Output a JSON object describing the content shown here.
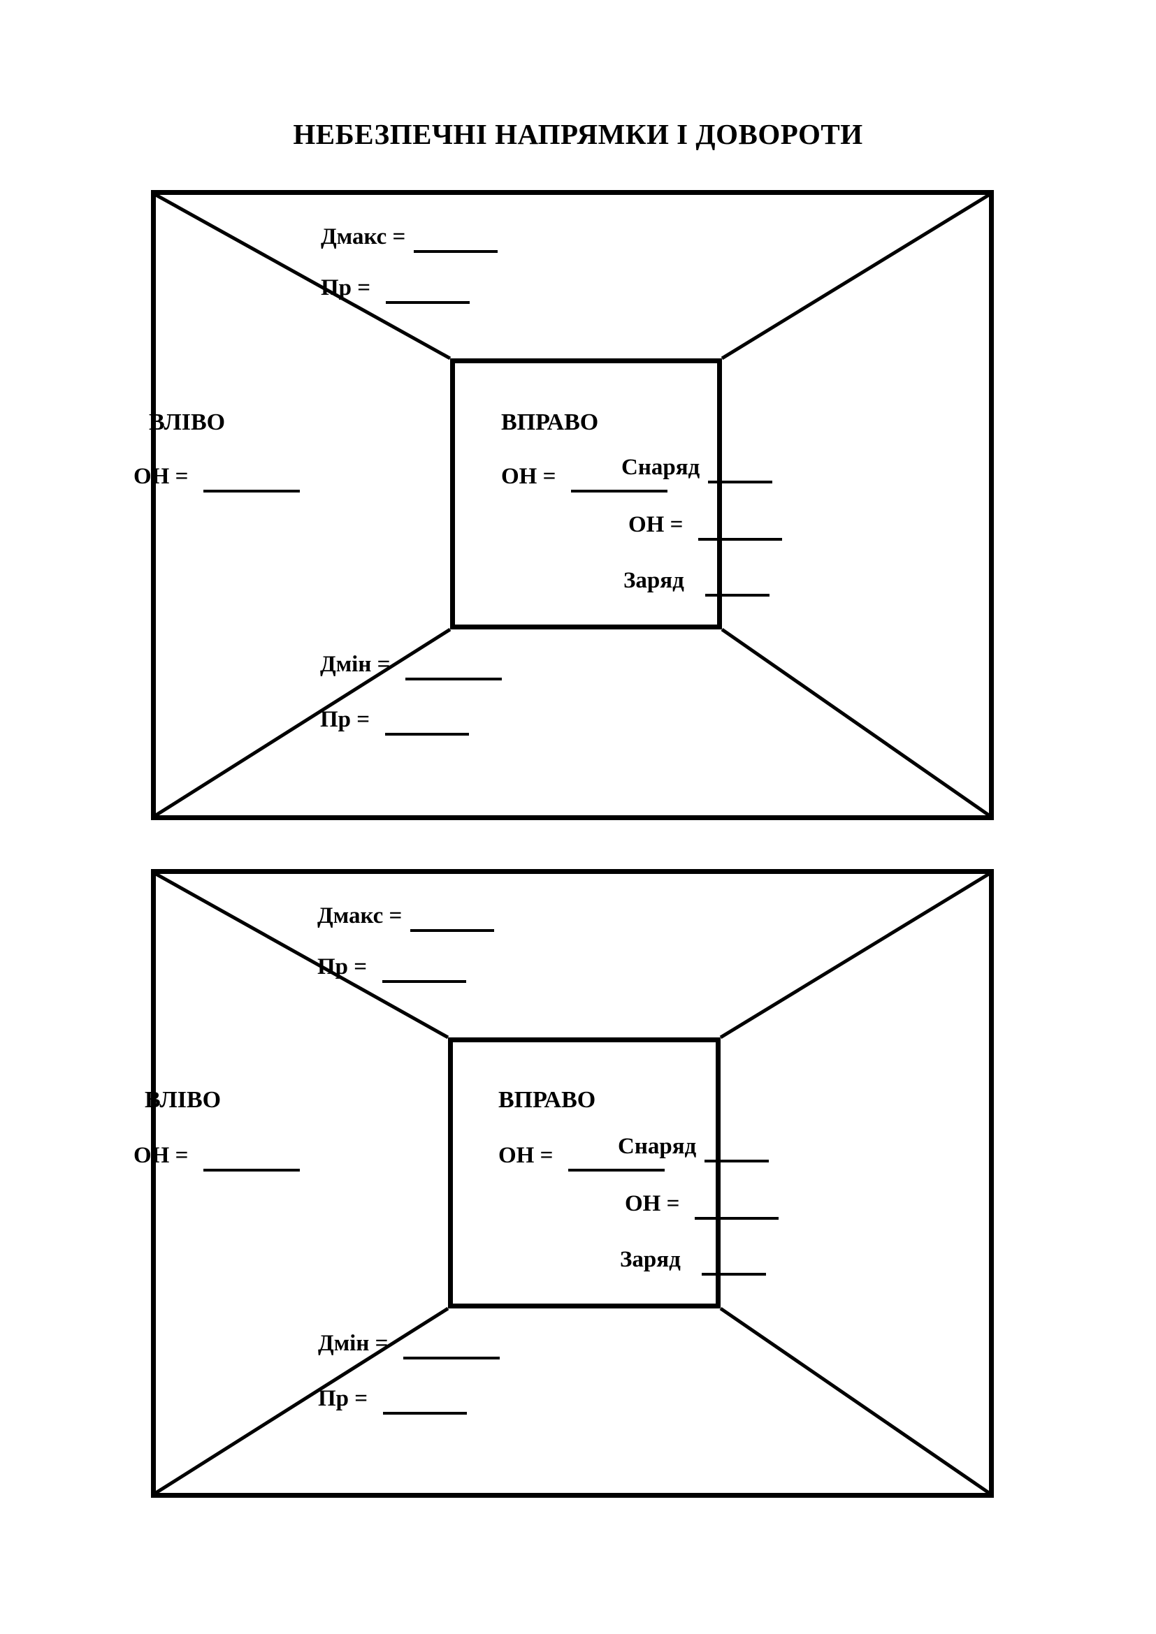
{
  "document": {
    "title": "НЕБЕЗПЕЧНІ НАПРЯМКИ І ДОВОРОТИ",
    "panel_count": 2
  },
  "fields": {
    "dmax_label": "Дмакс =",
    "pr_top_label": "Пр =",
    "left_heading": "ВЛІВО",
    "right_heading": "ВПРАВО",
    "on_label": "ОН =",
    "snaryad_label": "Снаряд",
    "zaryad_label": "Заряд",
    "dmin_label": "Дмін =",
    "pr_bottom_label": "Пр ="
  },
  "panels": [
    {
      "id": "panel-1",
      "top": {
        "dmax": "Дмакс =",
        "pr": "Пр ="
      },
      "left": {
        "heading": "ВЛІВО",
        "on": "ОН ="
      },
      "right": {
        "heading": "ВПРАВО",
        "on": "ОН ="
      },
      "center": {
        "snaryad": "Снаряд",
        "on": "ОН =",
        "zaryad": "Заряд"
      },
      "bottom": {
        "dmin": "Дмін =",
        "pr": "Пр ="
      }
    },
    {
      "id": "panel-2",
      "top": {
        "dmax": "Дмакс =",
        "pr": "Пр ="
      },
      "left": {
        "heading": "ВЛІВО",
        "on": "ОН ="
      },
      "right": {
        "heading": "ВПРАВО",
        "on": "ОН ="
      },
      "center": {
        "snaryad": "Снаряд",
        "on": "ОН =",
        "zaryad": "Заряд"
      },
      "bottom": {
        "dmin": "Дмін =",
        "pr": "Пр ="
      }
    }
  ],
  "colors": {
    "ink": "#000000",
    "paper": "#ffffff"
  }
}
